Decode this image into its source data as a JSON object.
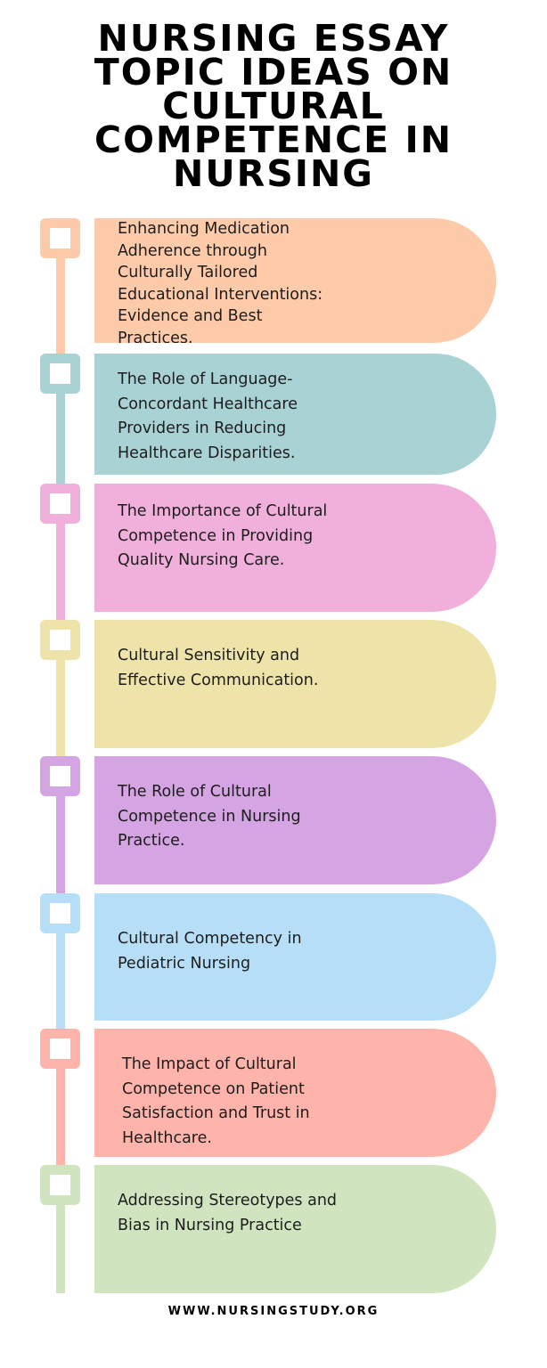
{
  "title": {
    "lines": [
      "NURSING ESSAY",
      "TOPIC IDEAS ON",
      "CULTURAL",
      "COMPETENCE IN",
      "NURSING"
    ]
  },
  "topics": [
    {
      "text": "Enhancing Medication Adherence through Culturally Tailored Educational Interventions: Evidence and Best Practices.",
      "color": "#fdcbaa",
      "icon": "checkbox-marker-icon"
    },
    {
      "text": "The Role of Language-Concordant Healthcare Providers in Reducing Healthcare Disparities.",
      "color": "#a9d2d5",
      "icon": "checkbox-marker-icon"
    },
    {
      "text": "The Importance of Cultural Competence in Providing Quality Nursing Care.",
      "color": "#f1afdb",
      "icon": "checkbox-marker-icon"
    },
    {
      "text": "Cultural Sensitivity and Effective Communication.",
      "color": "#eee4aa",
      "icon": "checkbox-marker-icon"
    },
    {
      "text": "The Role of Cultural Competence in Nursing Practice.",
      "color": "#d5a4e3",
      "icon": "checkbox-marker-icon"
    },
    {
      "text": "Cultural Competency in Pediatric Nursing",
      "color": "#b6dff7",
      "icon": "checkbox-marker-icon"
    },
    {
      "text": "The Impact of Cultural Competence on Patient Satisfaction and Trust in Healthcare.",
      "color": "#feb4ab",
      "icon": "checkbox-marker-icon"
    },
    {
      "text": "Addressing Stereotypes and Bias in Nursing Practice",
      "color": "#cfe4bf",
      "icon": "checkbox-marker-icon"
    }
  ],
  "footer": {
    "url": "WWW.NURSINGSTUDY.ORG"
  }
}
